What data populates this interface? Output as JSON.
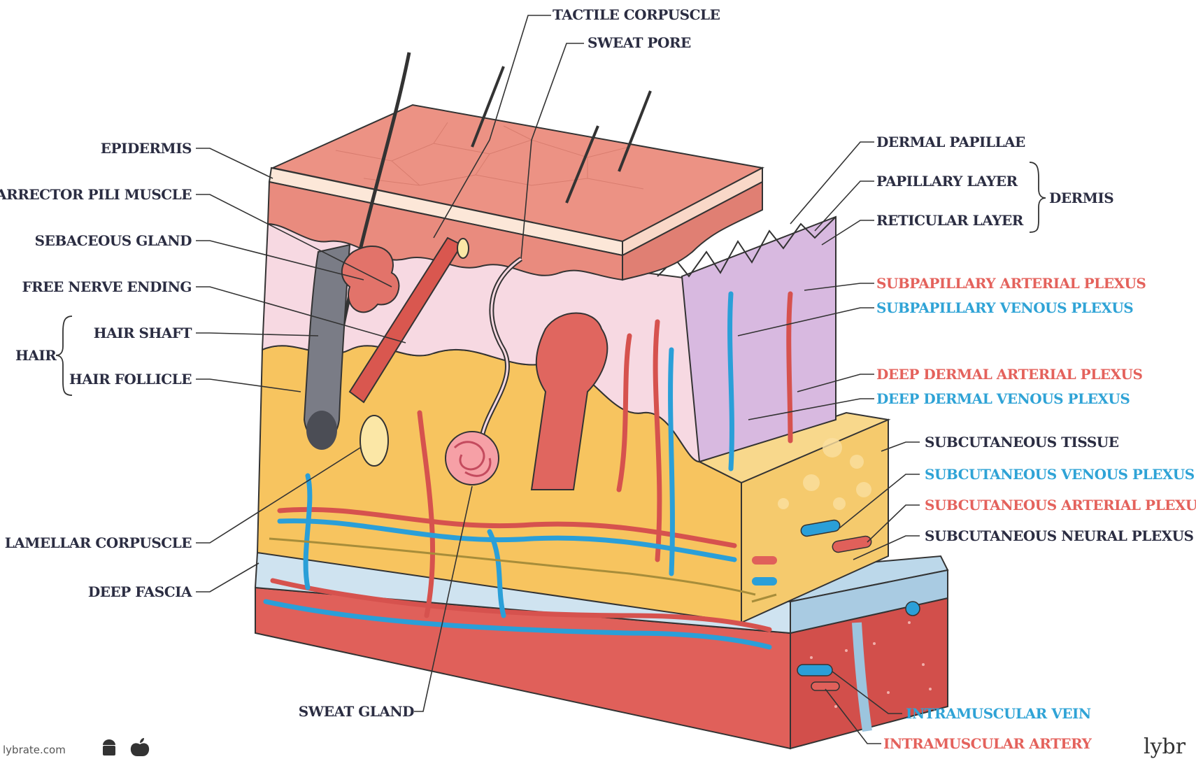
{
  "labels": {
    "tactile_corpuscle": "TACTILE CORPUSCLE",
    "sweat_pore": "SWEAT PORE",
    "epidermis": "EPIDERMIS",
    "arrector_pili_muscle": "ARRECTOR PILI MUSCLE",
    "sebaceous_gland": "SEBACEOUS GLAND",
    "free_nerve_ending": "FREE NERVE ENDING",
    "hair": "HAIR",
    "hair_shaft": "HAIR SHAFT",
    "hair_follicle": "HAIR FOLLICLE",
    "lamellar_corpuscle": "LAMELLAR CORPUSCLE",
    "deep_fascia": "DEEP FASCIA",
    "sweat_gland": "SWEAT GLAND",
    "dermal_papillae": "DERMAL PAPILLAE",
    "papillary_layer": "PAPILLARY LAYER",
    "reticular_layer": "RETICULAR LAYER",
    "dermis": "DERMIS",
    "subpapillary_arterial_plexus": "SUBPAPILLARY ARTERIAL PLEXUS",
    "subpapillary_venous_plexus": "SUBPAPILLARY VENOUS PLEXUS",
    "deep_dermal_arterial_plexus": "DEEP DERMAL ARTERIAL PLEXUS",
    "deep_dermal_venous_plexus": "DEEP DERMAL VENOUS PLEXUS",
    "subcutaneous_tissue": "SUBCUTANEOUS TISSUE",
    "subcutaneous_venous_plexus": "SUBCUTANEOUS VENOUS PLEXUS",
    "subcutaneous_arterial_plexus": "SUBCUTANEOUS ARTERIAL PLEXUS",
    "subcutaneous_neural_plexus": "SUBCUTANEOUS NEURAL PLEXUS",
    "intramuscular_vein": "INTRAMUSCULAR VEIN",
    "intramuscular_artery": "INTRAMUSCULAR ARTERY"
  },
  "footer": {
    "website": "lybrate.com",
    "brand": "lybr"
  },
  "colors": {
    "dark_label": "#2b2d42",
    "artery_label": "#e4625c",
    "vein_label": "#2fa3d6",
    "epidermis": "#e98b7e",
    "dermis": "#f7d9e2",
    "dermis_side": "#d8b9e0",
    "subcutaneous": "#f7c45f",
    "fascia": "#cfe3f0",
    "muscle": "#e05c56",
    "artery": "#d6524e",
    "vein": "#2a9fd8"
  },
  "icons": [
    "android-icon",
    "apple-icon"
  ]
}
